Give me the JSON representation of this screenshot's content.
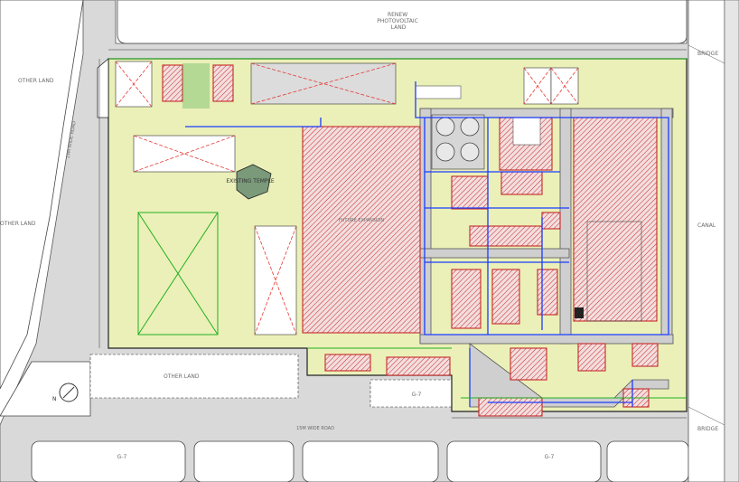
{
  "labels": {
    "renew_land": "RENEW\nPHOTOVOLTAIC\nLAND",
    "other_land_top_left": "OTHER LAND",
    "other_land_mid_left": "OTHER LAND",
    "other_land_bottom": "OTHER LAND",
    "existing_temple": "EXISTING TEMPLE",
    "bridge_top": "BRIDGE",
    "bridge_bottom": "BRIDGE",
    "canal": "CANAL",
    "future_expansion": "FUTURE EXPANSION",
    "g7_center": "G-7",
    "g7_bottom_left": "G-7",
    "g7_bottom_right": "G-7",
    "road_bottom": "15M WIDE ROAD",
    "road_left": "15M WIDE ROAD",
    "north_mark": "N"
  },
  "colors": {
    "site_fill": "#ebf0b8",
    "hatch": "#c62828",
    "water_line": "#1a3cff",
    "green_line": "#20b020",
    "road": "#d9d9d9"
  }
}
